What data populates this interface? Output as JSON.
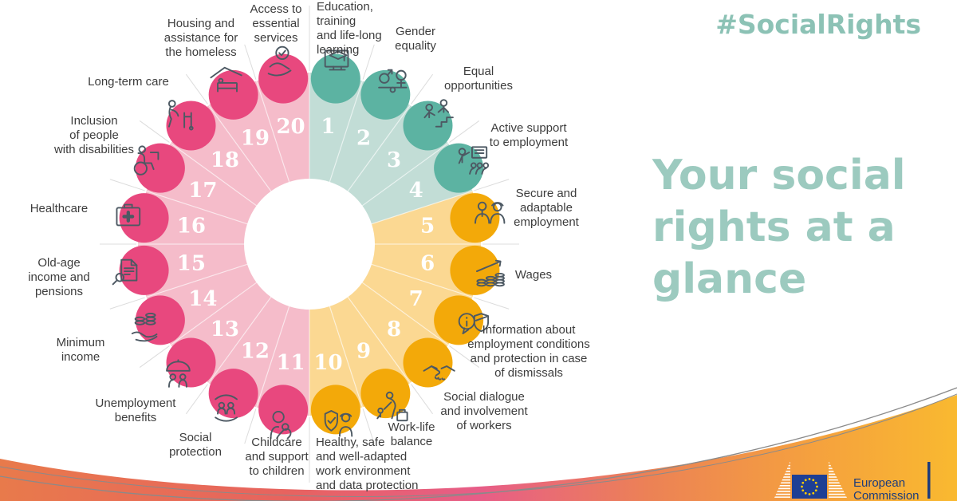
{
  "hashtag": "#SocialRights",
  "title": {
    "lines": [
      "Your social",
      "rights at a",
      "glance"
    ]
  },
  "wheel": {
    "items": [
      {
        "number": "1",
        "group": "teal",
        "icon": "education",
        "label_lines": [
          "Education,",
          "training",
          "and life-long",
          "learning"
        ]
      },
      {
        "number": "2",
        "group": "teal",
        "icon": "gender-equality",
        "label_lines": [
          "Gender",
          "equality"
        ]
      },
      {
        "number": "3",
        "group": "teal",
        "icon": "equal-opportunities",
        "label_lines": [
          "Equal",
          "opportunities"
        ]
      },
      {
        "number": "4",
        "group": "teal",
        "icon": "active-support",
        "label_lines": [
          "Active support",
          "to employment"
        ]
      },
      {
        "number": "5",
        "group": "yellow",
        "icon": "secure-employment",
        "label_lines": [
          "Secure and",
          "adaptable",
          "employment"
        ]
      },
      {
        "number": "6",
        "group": "yellow",
        "icon": "wages",
        "label_lines": [
          "Wages"
        ]
      },
      {
        "number": "7",
        "group": "yellow",
        "icon": "information",
        "label_lines": [
          "Information about",
          "employment conditions",
          "and protection in case",
          "of dismissals"
        ]
      },
      {
        "number": "8",
        "group": "yellow",
        "icon": "social-dialogue",
        "label_lines": [
          "Social dialogue",
          "and involvement",
          "of workers"
        ]
      },
      {
        "number": "9",
        "group": "yellow",
        "icon": "work-life-balance",
        "label_lines": [
          "Work-life",
          "balance"
        ]
      },
      {
        "number": "10",
        "group": "yellow",
        "icon": "healthy-work",
        "label_lines": [
          "Healthy, safe",
          "and well-adapted",
          "work environment",
          "and data protection"
        ]
      },
      {
        "number": "11",
        "group": "pink",
        "icon": "childcare",
        "label_lines": [
          "Childcare",
          "and support",
          "to children"
        ]
      },
      {
        "number": "12",
        "group": "pink",
        "icon": "social-protection",
        "label_lines": [
          "Social",
          "protection"
        ]
      },
      {
        "number": "13",
        "group": "pink",
        "icon": "unemployment",
        "label_lines": [
          "Unemployment",
          "benefits"
        ]
      },
      {
        "number": "14",
        "group": "pink",
        "icon": "minimum-income",
        "label_lines": [
          "Minimum",
          "income"
        ]
      },
      {
        "number": "15",
        "group": "pink",
        "icon": "old-age-pensions",
        "label_lines": [
          "Old-age",
          "income and",
          "pensions"
        ]
      },
      {
        "number": "16",
        "group": "pink",
        "icon": "healthcare",
        "label_lines": [
          "Healthcare"
        ]
      },
      {
        "number": "17",
        "group": "pink",
        "icon": "disabilities",
        "label_lines": [
          "Inclusion",
          "of people",
          "with disabilities"
        ]
      },
      {
        "number": "18",
        "group": "pink",
        "icon": "long-term-care",
        "label_lines": [
          "Long-term care"
        ]
      },
      {
        "number": "19",
        "group": "pink",
        "icon": "housing",
        "label_lines": [
          "Housing and",
          "assistance for",
          "the homeless"
        ]
      },
      {
        "number": "20",
        "group": "pink",
        "icon": "essential-services",
        "label_lines": [
          "Access to",
          "essential",
          "services"
        ]
      }
    ]
  },
  "logo": {
    "line1": "European",
    "line2": "Commission"
  },
  "colors": {
    "teal_light": "#c2ddd6",
    "teal_dark": "#5cb3a2",
    "yellow_light": "#fbd892",
    "yellow_dark": "#f3a909",
    "pink_light": "#f5bcca",
    "pink_dark": "#e8487e",
    "icon_stroke": "#4d5963",
    "hashtag_teal": "#8cc2b5",
    "title_teal": "#9ccabf",
    "label_text": "#3d3d3d",
    "wave_gradient": [
      "#e87a4b",
      "#e7635f",
      "#e75d88",
      "#ec8255",
      "#f5a13e",
      "#f9b930"
    ],
    "wave_line": "#8a8a8a",
    "eu_blue": "#1e3f94",
    "eu_star": "#ffcc00",
    "logo_text_blue": "#1e3c7a"
  }
}
